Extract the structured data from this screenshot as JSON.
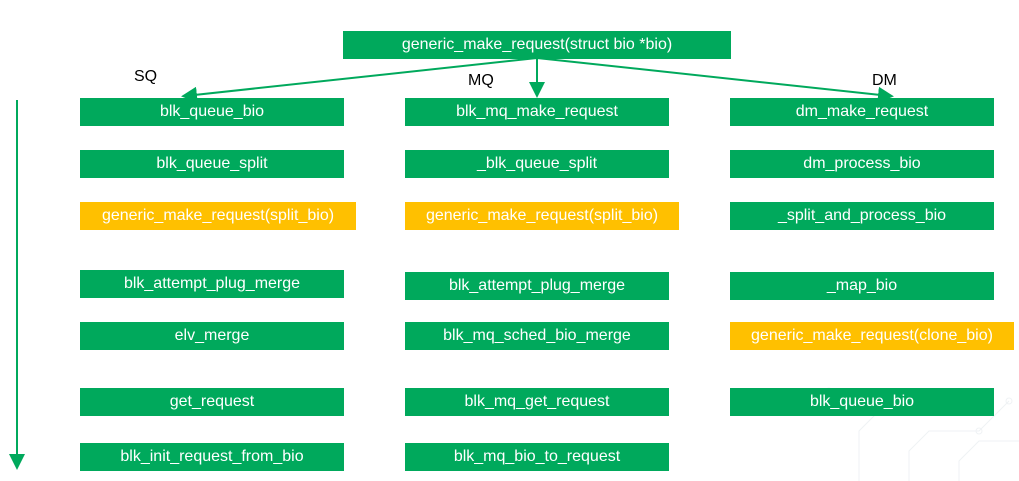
{
  "colors": {
    "green": "#00a95c",
    "orange": "#ffc000",
    "text": "#ffffff"
  },
  "root": "generic_make_request(struct bio *bio)",
  "columns": {
    "sq": {
      "label": "SQ",
      "items": [
        "blk_queue_bio",
        "blk_queue_split",
        "generic_make_request(split_bio)",
        "blk_attempt_plug_merge",
        "elv_merge",
        "get_request",
        "blk_init_request_from_bio"
      ]
    },
    "mq": {
      "label": "MQ",
      "items": [
        "blk_mq_make_request",
        "_blk_queue_split",
        "generic_make_request(split_bio)",
        "blk_attempt_plug_merge",
        "blk_mq_sched_bio_merge",
        "blk_mq_get_request",
        "blk_mq_bio_to_request"
      ]
    },
    "dm": {
      "label": "DM",
      "items": [
        "dm_make_request",
        "dm_process_bio",
        "_split_and_process_bio",
        "_map_bio",
        "generic_make_request(clone_bio)",
        "blk_queue_bio"
      ]
    }
  }
}
